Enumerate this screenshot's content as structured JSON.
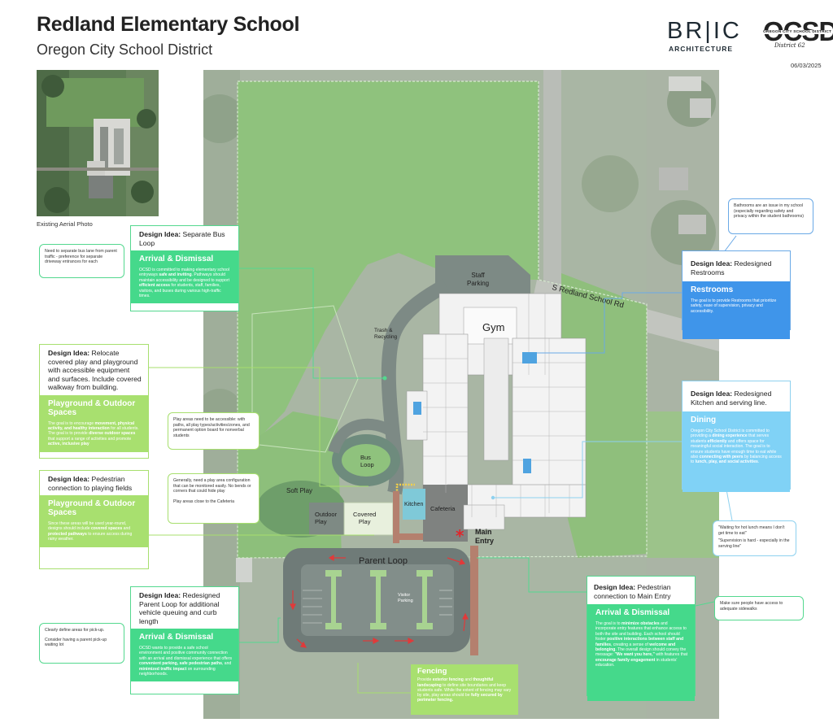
{
  "header": {
    "title": "Redland Elementary School",
    "subtitle": "Oregon City School District",
    "bric": "BR|IC",
    "bric_sub": "ARCHITECTURE",
    "ocsd": "OCSD",
    "ocsd_sub": "OREGON CITY SCHOOL DISTRICT",
    "ocsd_script": "District 62",
    "date": "06/03/2025"
  },
  "aerial": {
    "label": "Existing Aerial Photo"
  },
  "map_labels": {
    "staff_parking": [
      "Staff",
      "Parking"
    ],
    "road": "S Redland School Rd",
    "gym": "Gym",
    "trash": [
      "Trash &",
      "Recycling"
    ],
    "bus_loop": [
      "Bus",
      "Loop"
    ],
    "soft_play": "Soft Play",
    "outdoor_play": [
      "Outdoor",
      "Play"
    ],
    "covered_play": [
      "Covered",
      "Play"
    ],
    "kitchen": "Kitchen",
    "cafeteria": "Cafeteria",
    "main_entry": [
      "Main",
      "Entry"
    ],
    "parent_loop": "Parent Loop",
    "visitor_parking": [
      "Visitor",
      "Parking"
    ]
  },
  "cards": {
    "bus": {
      "idea_label": "Design Idea:",
      "idea_text": "Separate Bus Loop",
      "body_title": "Arrival & Dismissal",
      "body": [
        {
          "t": "OCSD is committed to making elementary school entryways ",
          "b": false
        },
        {
          "t": "safe and inviting",
          "b": true
        },
        {
          "t": ". Pathways should maintain accessibility and be designed to support ",
          "b": false
        },
        {
          "t": "efficient access",
          "b": true
        },
        {
          "t": " for students, staff, families, visitors, and buses during various high-traffic times.",
          "b": false
        }
      ]
    },
    "playground": {
      "idea_label": "Design Idea:",
      "idea_text": "Relocate covered play and playground with accessible equipment and surfaces. Include covered walkway from building.",
      "body_title": "Playground & Outdoor Spaces",
      "body": [
        {
          "t": "The goal is to encourage ",
          "b": false
        },
        {
          "t": "movement, physical activity, and healthy interaction",
          "b": true
        },
        {
          "t": " for all students. The goal is to provide ",
          "b": false
        },
        {
          "t": "diverse outdoor spaces",
          "b": true
        },
        {
          "t": " that support a range of activities and promote ",
          "b": false
        },
        {
          "t": "active, inclusive play",
          "b": true
        }
      ]
    },
    "fields": {
      "idea_label": "Design Idea:",
      "idea_text": "Pedestrian connection to playing fields",
      "body_title": "Playground & Outdoor Spaces",
      "body": [
        {
          "t": "Since these areas will be used year-round, designs should include ",
          "b": false
        },
        {
          "t": "covered spaces",
          "b": true
        },
        {
          "t": " and ",
          "b": false
        },
        {
          "t": "protected pathways",
          "b": true
        },
        {
          "t": " to ensure access during rainy weather.",
          "b": false
        }
      ]
    },
    "parent": {
      "idea_label": "Design Idea:",
      "idea_text": "Redesigned Parent Loop for additional vehicle queuing and curb length",
      "body_title": "Arrival & Dismissal",
      "body": [
        {
          "t": "OCSD wants to provide a safe school environment and positive community connection with an arrival and dismissal experience that offers ",
          "b": false
        },
        {
          "t": "convenient parking, safe pedestrian paths",
          "b": true
        },
        {
          "t": ", and ",
          "b": false
        },
        {
          "t": "minimized traffic impact",
          "b": true
        },
        {
          "t": " on surrounding neighborhoods.",
          "b": false
        }
      ]
    },
    "restrooms": {
      "idea_label": "Design Idea:",
      "idea_text": "Redesigned Restrooms",
      "body_title": "Restrooms",
      "body": [
        {
          "t": "The goal is to provide Restrooms that prioritize safety, ease of supervision, privacy and accessibility.",
          "b": false
        }
      ]
    },
    "dining": {
      "idea_label": "Design Idea:",
      "idea_text": "Redesigned Kitchen and serving line.",
      "body_title": "Dining",
      "body": [
        {
          "t": "Oregon City School District is committed to providing a ",
          "b": false
        },
        {
          "t": "dining experience",
          "b": true
        },
        {
          "t": " that serves students ",
          "b": false
        },
        {
          "t": "efficiently",
          "b": true
        },
        {
          "t": " and offers space for meaningful social interaction. The goal is to ensure students have enough time to eat while also ",
          "b": false
        },
        {
          "t": "connecting with peers",
          "b": true
        },
        {
          "t": " by balancing access to ",
          "b": false
        },
        {
          "t": "lunch, play, and social activities",
          "b": true
        },
        {
          "t": ".",
          "b": false
        }
      ]
    },
    "entry": {
      "idea_label": "Design Idea:",
      "idea_text": "Pedestrian connection to Main Entry",
      "body_title": "Arrival & Dismissal",
      "body": [
        {
          "t": "The goal is to ",
          "b": false
        },
        {
          "t": "minimize obstacles",
          "b": true
        },
        {
          "t": " and incorporate entry features that enhance access to both the site and building. Each school should foster ",
          "b": false
        },
        {
          "t": "positive interactions between staff and families",
          "b": true
        },
        {
          "t": ", creating a sense of ",
          "b": false
        },
        {
          "t": "welcome and belonging",
          "b": true
        },
        {
          "t": ". The overall design should convey the message: ",
          "b": false
        },
        {
          "t": "\"We want you here,\"",
          "b": true
        },
        {
          "t": " with features that ",
          "b": false
        },
        {
          "t": "encourage family engagement",
          "b": true
        },
        {
          "t": " in students' education.",
          "b": false
        }
      ]
    }
  },
  "bubbles": {
    "bus_lane": "Need to separate bus lane from parent traffic - preference for separate driveway entrances for each",
    "play_areas": "Play areas need to be accessible: with paths, all play types/activities/zones, and permanent option board for nonverbal students",
    "play_config": "Generally, need a play area configuration that can be monitored easily. No bends or corners that could hide play",
    "play_close": "Play areas close to the Cafeteria",
    "pickup_1": "Clearly define areas for pick-up.",
    "pickup_2": "Consider having a parent pick-up waiting lot",
    "bathrooms": "Bathrooms are an issue in my school (especially regarding safety and privacy within the student bathrooms)",
    "lunch_1": "\"Waiting for hot lunch means I don't get time to eat\"",
    "lunch_2": "\"Supervision is hard - especially in the serving line\"",
    "sidewalks": "Make sure people have access to adequate sidewalks"
  },
  "fencing": {
    "title": "Fencing",
    "body": [
      {
        "t": "Provide ",
        "b": false
      },
      {
        "t": "exterior fencing",
        "b": true
      },
      {
        "t": " and ",
        "b": false
      },
      {
        "t": "thoughtful landscaping",
        "b": true
      },
      {
        "t": " to define site boundaries and keep students safe. While the extent of fencing may vary by site, play areas should be ",
        "b": false
      },
      {
        "t": "fully secured by perimeter fencing.",
        "b": true
      }
    ]
  },
  "colors": {
    "green": "#45d98b",
    "lime": "#a8e06f",
    "blue": "#3f95ea",
    "sky": "#80d2f6"
  }
}
